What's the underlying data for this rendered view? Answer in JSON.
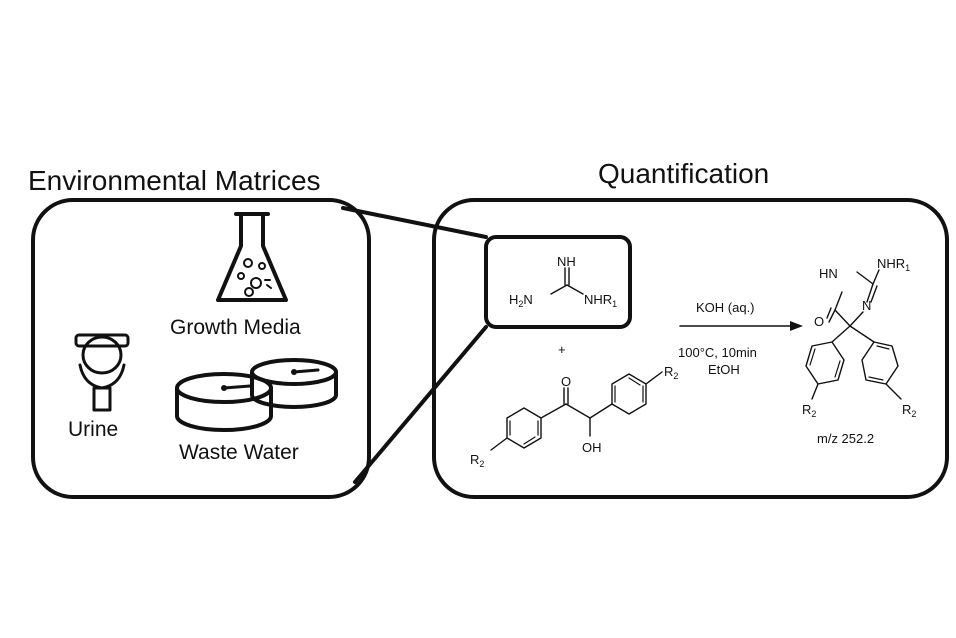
{
  "left_panel": {
    "title": "Environmental Matrices",
    "items": {
      "growth_media": "Growth Media",
      "urine": "Urine",
      "waste_water": "Waste Water"
    }
  },
  "right_panel": {
    "title": "Quantification",
    "guanidine": {
      "imine": "NH",
      "amine_left": "H",
      "amine_left_h_sub": "2",
      "amine_left_n": "N",
      "amine_right": "NHR",
      "amine_right_sub": "1"
    },
    "plus": "+",
    "benzoin": {
      "carbonyl_o": "O",
      "hydroxyl": "OH",
      "r2_left": "R",
      "r2_left_sub": "2",
      "r2_right": "R",
      "r2_right_sub": "2"
    },
    "conditions": {
      "reagent": "KOH (aq.)",
      "temp_time": "100°C, 10min",
      "solvent": "EtOH"
    },
    "product": {
      "hn": "HN",
      "nhr1": "NHR",
      "nhr1_sub": "1",
      "carbonyl_o": "O",
      "ring_n": "N",
      "r2_left": "R",
      "r2_left_sub": "2",
      "r2_right": "R",
      "r2_right_sub": "2",
      "mass": "m/z 252.2"
    }
  },
  "colors": {
    "ink": "#111111",
    "background": "#ffffff"
  }
}
